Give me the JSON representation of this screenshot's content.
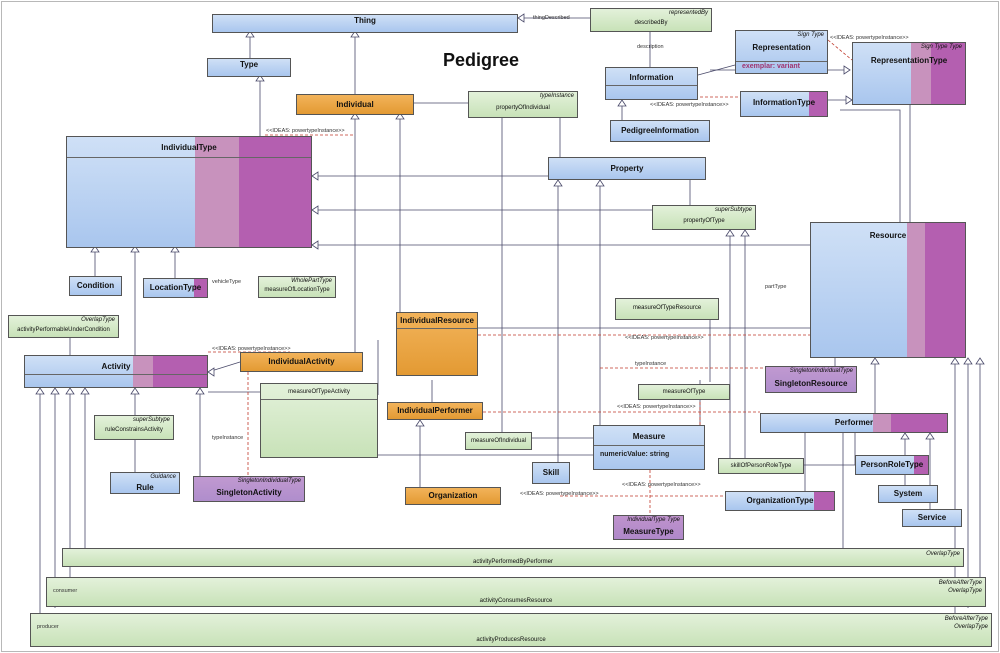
{
  "title": "Pedigree",
  "classes": {
    "thing": "Thing",
    "type": "Type",
    "individual": "Individual",
    "individual_type": "IndividualType",
    "representation": "Representation",
    "representation_stereo": "Sign Type",
    "representation_attr": "exemplar: variant",
    "representation_type": "RepresentationType",
    "representation_type_stereo": "Sign Type Type",
    "information": "Information",
    "information_type": "InformationType",
    "pedigree_information": "PedigreeInformation",
    "property": "Property",
    "resource": "Resource",
    "condition": "Condition",
    "location_type": "LocationType",
    "activity": "Activity",
    "individual_activity": "IndividualActivity",
    "individual_resource": "IndividualResource",
    "individual_performer": "IndividualPerformer",
    "organization": "Organization",
    "measure": "Measure",
    "measure_attr": "numericValue: string",
    "skill": "Skill",
    "rule": "Rule",
    "rule_stereo": "Guidance",
    "singleton_activity": "SingletonActivity",
    "singleton_activity_stereo": "SingletonIndividualType",
    "singleton_resource": "SingletonResource",
    "singleton_resource_stereo": "SingletonIndividualType",
    "performer": "Performer",
    "person_role_type": "PersonRoleType",
    "system": "System",
    "service": "Service",
    "organization_type": "OrganizationType",
    "measure_type": "MeasureType",
    "measure_type_stereo": "IndividualType Type"
  },
  "assoc": {
    "describedby_stereo": "representedBy",
    "describedby": "describedBy",
    "thing_described": "thingDescribed",
    "description": "description",
    "ideas_powertype": "<<IDEAS: powertypeInstance>>",
    "type_instance_stereo": "typeInstance",
    "property_of_individual": "propertyOfIndividual",
    "super_subtype": "superSubtype",
    "property_of_type": "propertyOfType",
    "wholepart_stereo": "WholePartType",
    "measure_location": "measureOfLocationType",
    "vehicle_type": "vehicleType",
    "part_type": "partType",
    "overlap_stereo": "OverlapType",
    "activity_performable": "activityPerformableUnderCondition",
    "measure_of_type_resource": "measureOfTypeResource",
    "measure_of_type_activity": "measureOfTypeActivity",
    "measure_of_type": "measureOfType",
    "type_instance": "typeInstance",
    "rule_constrains": "ruleConstrainsActivity",
    "measure_of_individual": "measureOfIndividual",
    "skill_of_person": "skillOfPersonRoleType",
    "activity_performed": "activityPerformedByPerformer",
    "consumer": "consumer",
    "before_after": "BeforeAfterType",
    "activity_consumes": "activityConsumesResource",
    "producer": "producer",
    "activity_produces": "activityProducesResource"
  }
}
